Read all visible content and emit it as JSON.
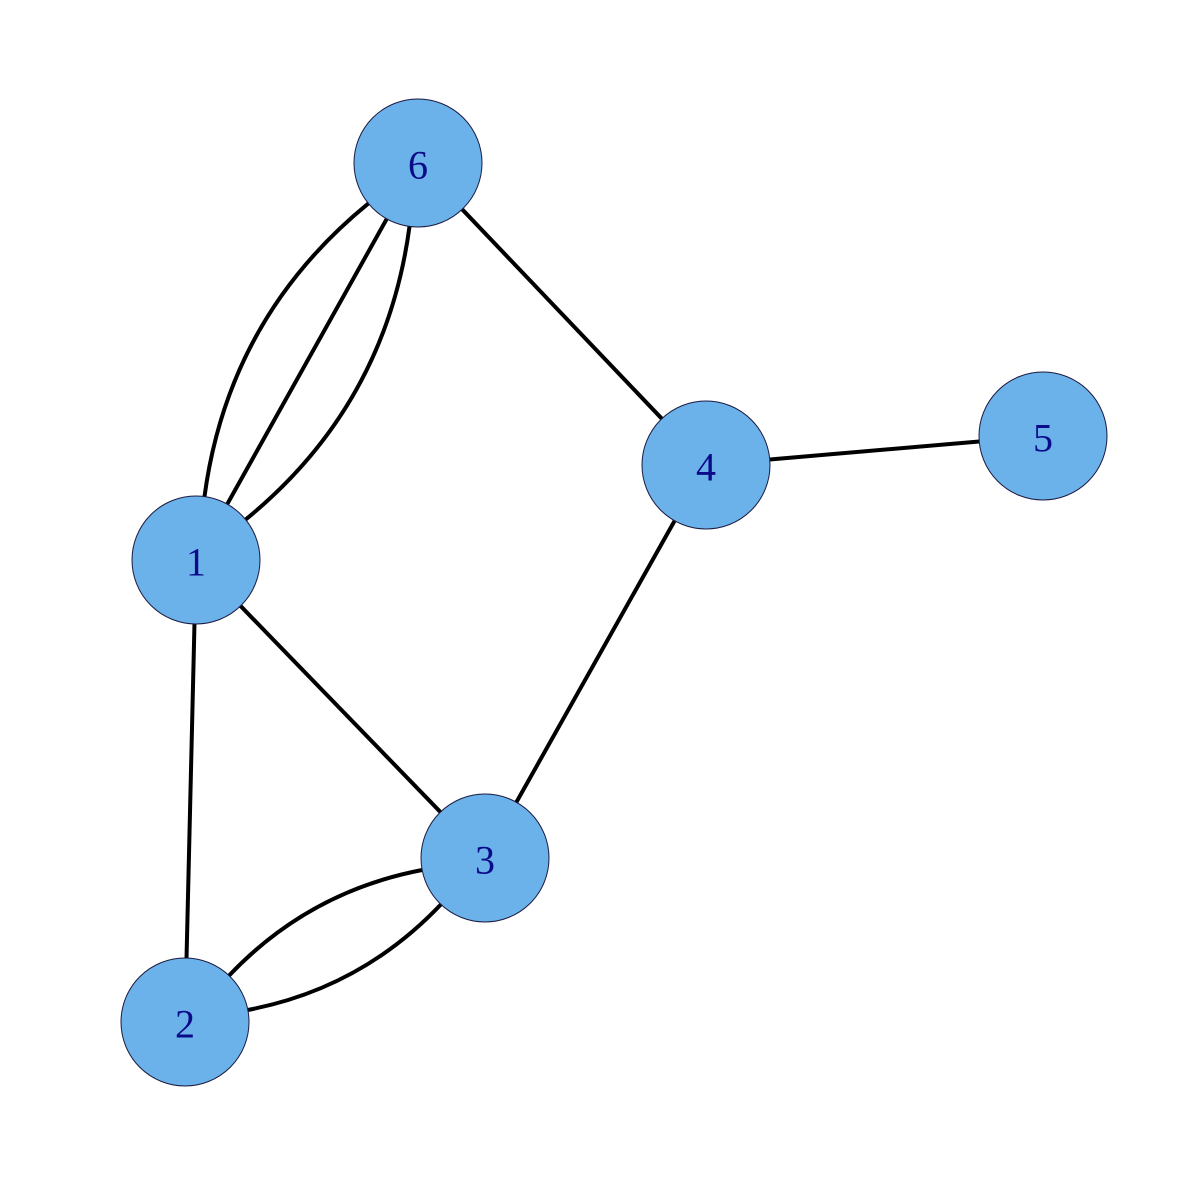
{
  "graph": {
    "colors": {
      "node_fill": "#6cb2ea",
      "node_label": "#0b0b8a",
      "edge": "#000000",
      "background": "#ffffff"
    },
    "nodes": [
      {
        "id": "1",
        "label": "1"
      },
      {
        "id": "2",
        "label": "2"
      },
      {
        "id": "3",
        "label": "3"
      },
      {
        "id": "4",
        "label": "4"
      },
      {
        "id": "5",
        "label": "5"
      },
      {
        "id": "6",
        "label": "6"
      }
    ],
    "edges": [
      {
        "source": "1",
        "target": "6"
      },
      {
        "source": "1",
        "target": "6"
      },
      {
        "source": "1",
        "target": "6"
      },
      {
        "source": "1",
        "target": "2"
      },
      {
        "source": "1",
        "target": "3"
      },
      {
        "source": "2",
        "target": "3"
      },
      {
        "source": "2",
        "target": "3"
      },
      {
        "source": "3",
        "target": "4"
      },
      {
        "source": "4",
        "target": "5"
      },
      {
        "source": "4",
        "target": "6"
      }
    ]
  }
}
